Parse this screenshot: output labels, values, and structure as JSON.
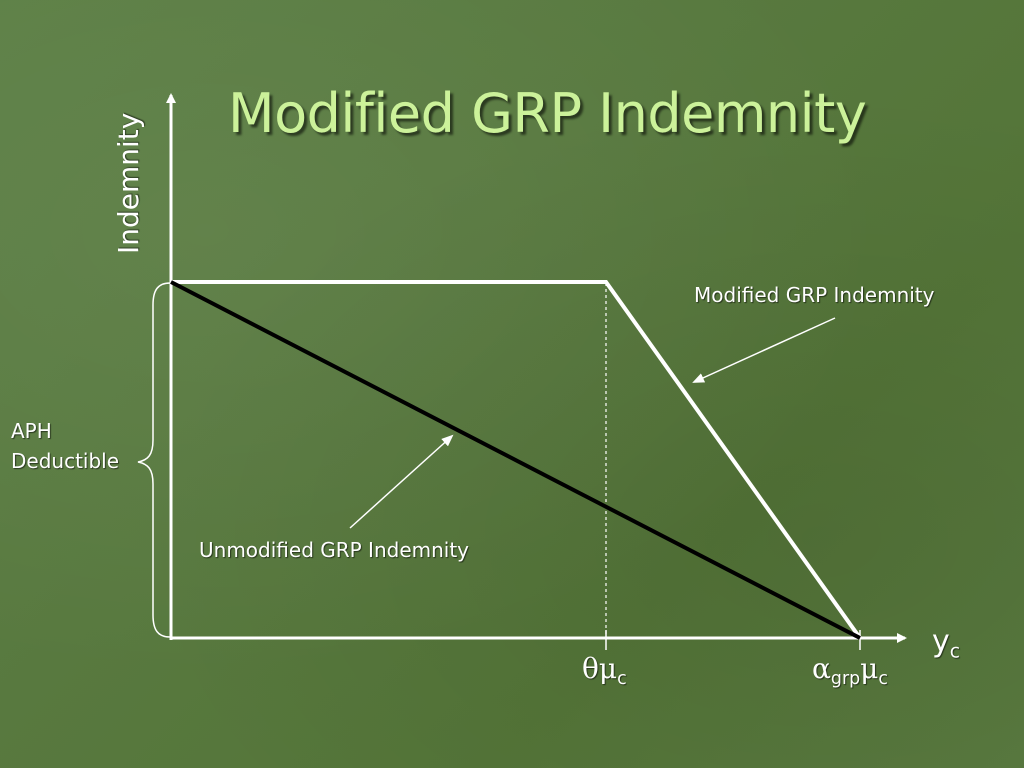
{
  "slide": {
    "title": "Modified GRP Indemnity",
    "axes": {
      "y_label": "Indemnity",
      "x_label_main": "y",
      "x_label_sub": "c"
    },
    "ticks": {
      "theta_mu": {
        "symbol": "θμ",
        "sub": "c"
      },
      "alpha_grp_mu": {
        "symbol": "α",
        "sub1": "grp",
        "symbol2": "μ",
        "sub2": "c"
      }
    },
    "annotations": {
      "deductible_line1": "APH",
      "deductible_line2": "Deductible",
      "modified_label": "Modified GRP Indemnity",
      "unmodified_label": "Unmodified GRP Indemnity"
    },
    "colors": {
      "title": "#ccf29a",
      "lines_white": "#ffffff",
      "line_black": "#000000"
    }
  }
}
